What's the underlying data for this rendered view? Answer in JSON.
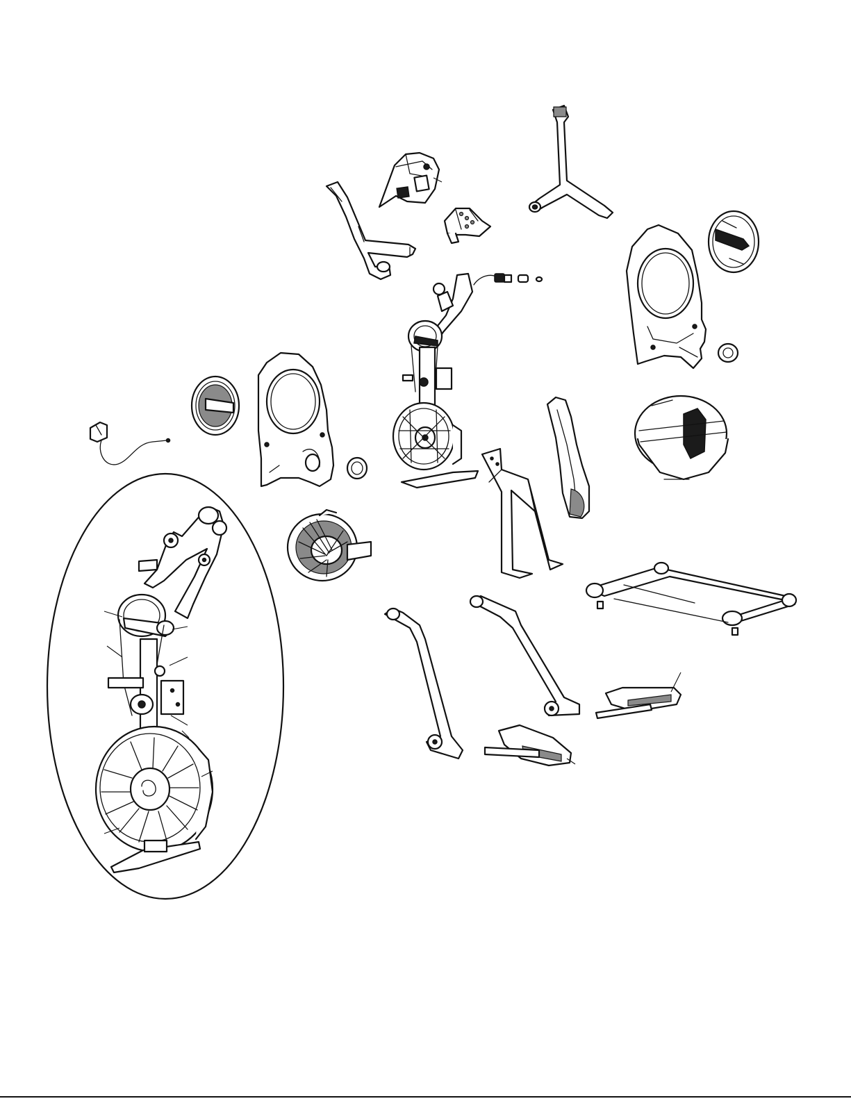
{
  "diagram": {
    "colors": {
      "line": "#111111",
      "paper": "#ffffff",
      "fill_dark": "#1b1b1b",
      "fill_grey": "#8a8a8a"
    },
    "parts": [
      {
        "id": "handlebar-left",
        "icon": "handlebar-icon"
      },
      {
        "id": "console-cover",
        "icon": "console-cover-icon"
      },
      {
        "id": "console-bracket",
        "icon": "bracket-icon"
      },
      {
        "id": "handlebar-center",
        "icon": "y-handlebar-icon"
      },
      {
        "id": "right-shroud",
        "icon": "shroud-icon"
      },
      {
        "id": "right-cover-disc",
        "icon": "cover-disc-icon"
      },
      {
        "id": "cable-and-knob",
        "icon": "cable-icon"
      },
      {
        "id": "drive-assembly",
        "icon": "drive-assembly-icon"
      },
      {
        "id": "left-shroud",
        "icon": "shroud-icon"
      },
      {
        "id": "left-cover-disc",
        "icon": "cover-disc-icon"
      },
      {
        "id": "power-adapter",
        "icon": "power-adapter-icon"
      },
      {
        "id": "small-cap",
        "icon": "cap-icon"
      },
      {
        "id": "fan-housing-left",
        "icon": "fan-housing-icon"
      },
      {
        "id": "fan-housing-right",
        "icon": "fan-housing-icon"
      },
      {
        "id": "front-upright",
        "icon": "upright-icon"
      },
      {
        "id": "upright-cover",
        "icon": "upright-cover-icon"
      },
      {
        "id": "base-frame",
        "icon": "base-frame-icon"
      },
      {
        "id": "left-pedal-arm",
        "icon": "pedal-arm-icon"
      },
      {
        "id": "right-pedal-arm",
        "icon": "pedal-arm-icon"
      },
      {
        "id": "pedal-left",
        "icon": "pedal-icon"
      },
      {
        "id": "pedal-right",
        "icon": "pedal-icon"
      },
      {
        "id": "detail-drive-assembly",
        "icon": "detail-view-icon"
      }
    ]
  }
}
